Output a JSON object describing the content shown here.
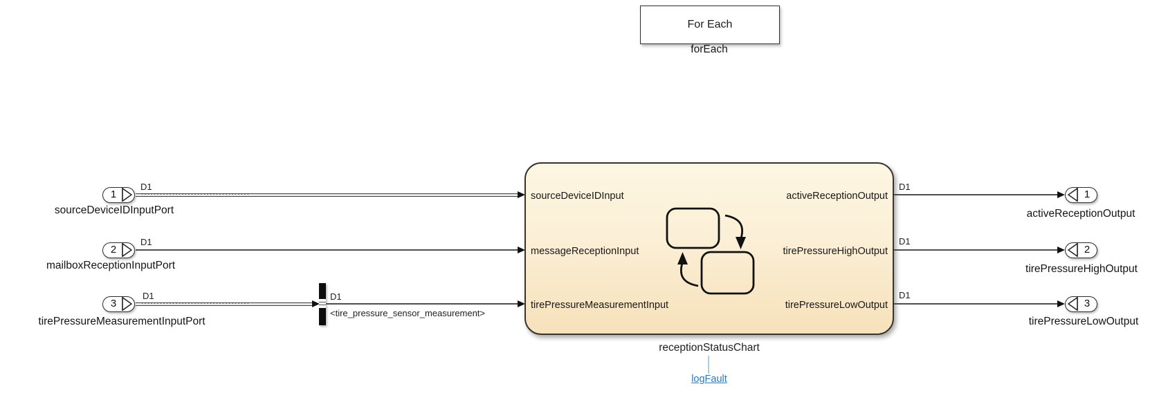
{
  "diagram": {
    "for_each_block": {
      "title": "For Each",
      "label": "forEach"
    },
    "inports": [
      {
        "number": "1",
        "label": "sourceDeviceIDInputPort"
      },
      {
        "number": "2",
        "label": "mailboxReceptionInputPort"
      },
      {
        "number": "3",
        "label": "tirePressureMeasurementInputPort"
      }
    ],
    "outports": [
      {
        "number": "1",
        "label": "activeReceptionOutput"
      },
      {
        "number": "2",
        "label": "tirePressureHighOutput"
      },
      {
        "number": "3",
        "label": "tirePressureLowOutput"
      }
    ],
    "chart": {
      "label": "receptionStatusChart",
      "inputs": [
        "sourceDeviceIDInput",
        "messageReceptionInput",
        "tirePressureMeasurementInput"
      ],
      "outputs": [
        "activeReceptionOutput",
        "tirePressureHighOutput",
        "tirePressureLowOutput"
      ],
      "link": "logFault"
    },
    "signals": {
      "d1": "D1",
      "bus_element": "<tire_pressure_sensor_measurement>"
    },
    "colors": {
      "chart_fill_top": "#fdf6e2",
      "chart_fill_bottom": "#f6e1ba",
      "chart_border": "#39332a",
      "link_blue": "#2a7ab9",
      "connector_blue": "#a9cfe5",
      "line_gray": "#4d4d4d"
    }
  }
}
